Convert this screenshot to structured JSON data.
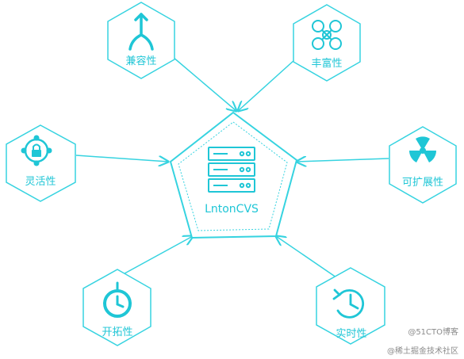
{
  "colors": {
    "accent": "#1fc6d6",
    "line": "#36d3e0"
  },
  "center": {
    "label": "LntonCVS",
    "icon": "server-rack-icon"
  },
  "features": [
    {
      "id": "compatibility",
      "label": "兼容性",
      "icon": "merge-arrow-icon"
    },
    {
      "id": "richness",
      "label": "丰富性",
      "icon": "flower-pattern-icon"
    },
    {
      "id": "flexibility",
      "label": "灵活性",
      "icon": "network-lock-icon"
    },
    {
      "id": "scalability",
      "label": "可扩展性",
      "icon": "radiation-icon"
    },
    {
      "id": "openness",
      "label": "开拓性",
      "icon": "power-icon"
    },
    {
      "id": "realtime",
      "label": "实时性",
      "icon": "history-clock-icon"
    }
  ],
  "watermark": {
    "line1": "@51CTO博客",
    "line2": "@稀土掘金技术社区"
  }
}
